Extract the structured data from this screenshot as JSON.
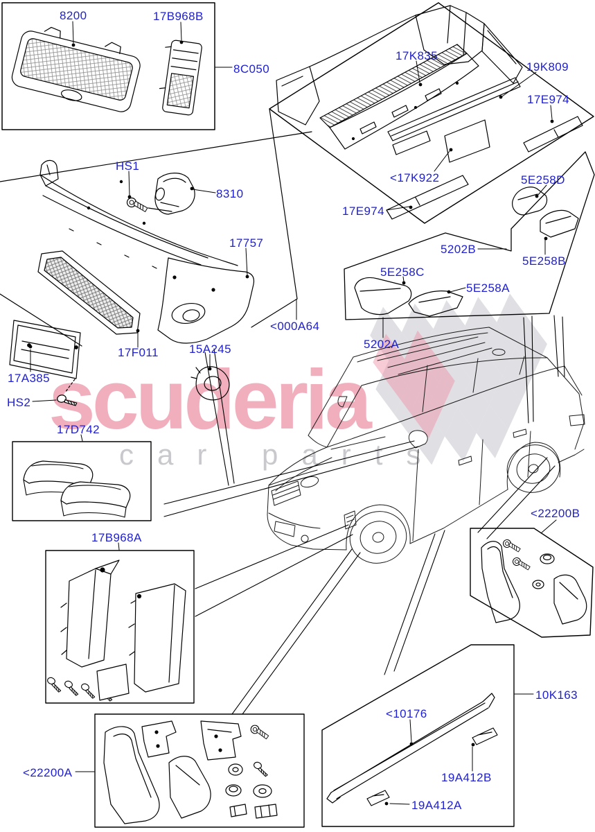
{
  "diagram": {
    "watermark": {
      "brand": "scuderia",
      "tagline": "car parts"
    },
    "colors": {
      "label_blue": "#1e1ed2",
      "line_black": "#000000",
      "watermark_pink": "#e4607e",
      "watermark_gray": "#94949c"
    },
    "labels": [
      {
        "id": "8200",
        "text": "8200"
      },
      {
        "id": "17B968B",
        "text": "17B968B"
      },
      {
        "id": "8C050",
        "text": "8C050"
      },
      {
        "id": "17K835",
        "text": "17K835"
      },
      {
        "id": "19K809",
        "text": "19K809"
      },
      {
        "id": "17E974-upper",
        "text": "17E974"
      },
      {
        "id": "17K922",
        "text": "<17K922"
      },
      {
        "id": "17E974-left",
        "text": "17E974"
      },
      {
        "id": "5E258D",
        "text": "5E258D"
      },
      {
        "id": "5202B",
        "text": "5202B"
      },
      {
        "id": "5E258B",
        "text": "5E258B"
      },
      {
        "id": "5E258C",
        "text": "5E258C"
      },
      {
        "id": "5E258A",
        "text": "5E258A"
      },
      {
        "id": "5202A",
        "text": "5202A"
      },
      {
        "id": "000A64",
        "text": "<000A64"
      },
      {
        "id": "HS1",
        "text": "HS1"
      },
      {
        "id": "8310",
        "text": "8310"
      },
      {
        "id": "17757",
        "text": "17757"
      },
      {
        "id": "17F011",
        "text": "17F011"
      },
      {
        "id": "15A245",
        "text": "15A245"
      },
      {
        "id": "17A385",
        "text": "17A385"
      },
      {
        "id": "HS2",
        "text": "HS2"
      },
      {
        "id": "17D742",
        "text": "17D742"
      },
      {
        "id": "17B968A",
        "text": "17B968A"
      },
      {
        "id": "22200A",
        "text": "<22200A"
      },
      {
        "id": "22200B",
        "text": "<22200B"
      },
      {
        "id": "10K163",
        "text": "10K163"
      },
      {
        "id": "10176",
        "text": "<10176"
      },
      {
        "id": "19A412B",
        "text": "19A412B"
      },
      {
        "id": "19A412A",
        "text": "19A412A"
      }
    ]
  }
}
